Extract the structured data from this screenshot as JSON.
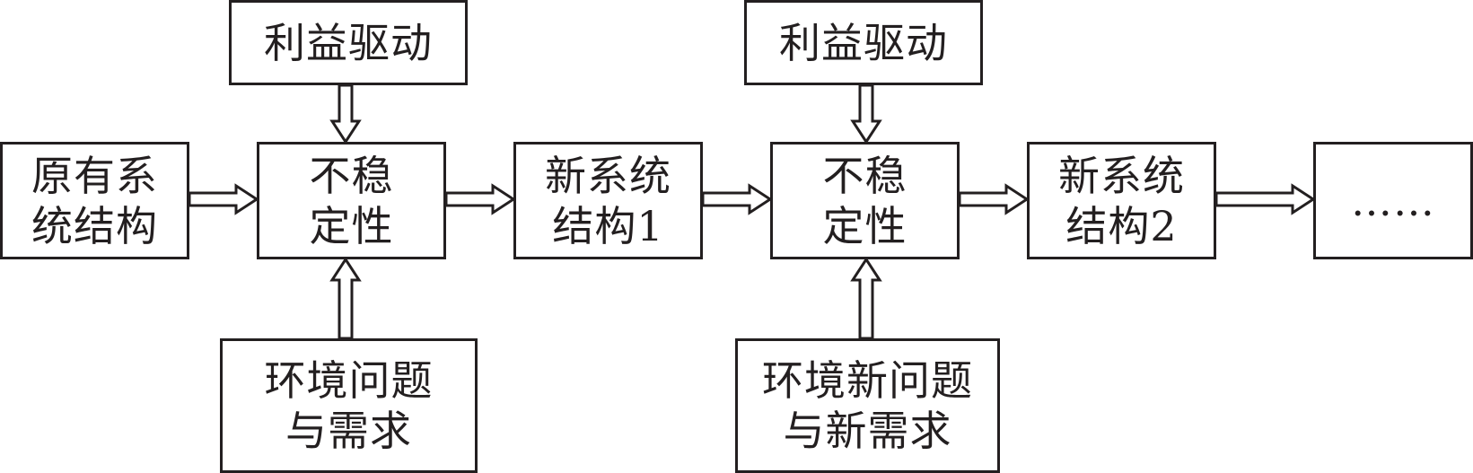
{
  "nodes": {
    "interest_driver_1": {
      "text": "利益驱动"
    },
    "interest_driver_2": {
      "text": "利益驱动"
    },
    "original_structure": {
      "lines": [
        "原有系",
        "统结构"
      ]
    },
    "instability_1": {
      "lines": [
        "不稳",
        "定性"
      ]
    },
    "new_structure_1": {
      "lines": [
        "新系统",
        "结构1"
      ]
    },
    "instability_2": {
      "lines": [
        "不稳",
        "定性"
      ]
    },
    "new_structure_2": {
      "lines": [
        "新系统",
        "结构2"
      ]
    },
    "continuation": {
      "text": "……"
    },
    "env_needs_1": {
      "lines": [
        "环境问题",
        "与需求"
      ]
    },
    "env_needs_2": {
      "lines": [
        "环境新问题",
        "与新需求"
      ]
    }
  },
  "edges": [
    {
      "from": "original_structure",
      "to": "instability_1",
      "style": "hollow-arrow"
    },
    {
      "from": "instability_1",
      "to": "new_structure_1",
      "style": "hollow-arrow"
    },
    {
      "from": "new_structure_1",
      "to": "instability_2",
      "style": "hollow-arrow"
    },
    {
      "from": "instability_2",
      "to": "new_structure_2",
      "style": "hollow-arrow"
    },
    {
      "from": "new_structure_2",
      "to": "continuation",
      "style": "hollow-arrow"
    },
    {
      "from": "interest_driver_1",
      "to": "instability_1",
      "style": "hollow-arrow"
    },
    {
      "from": "env_needs_1",
      "to": "instability_1",
      "style": "hollow-arrow"
    },
    {
      "from": "interest_driver_2",
      "to": "instability_2",
      "style": "hollow-arrow"
    },
    {
      "from": "env_needs_2",
      "to": "instability_2",
      "style": "hollow-arrow"
    }
  ],
  "colors": {
    "stroke": "#231f20",
    "fill": "#ffffff"
  }
}
